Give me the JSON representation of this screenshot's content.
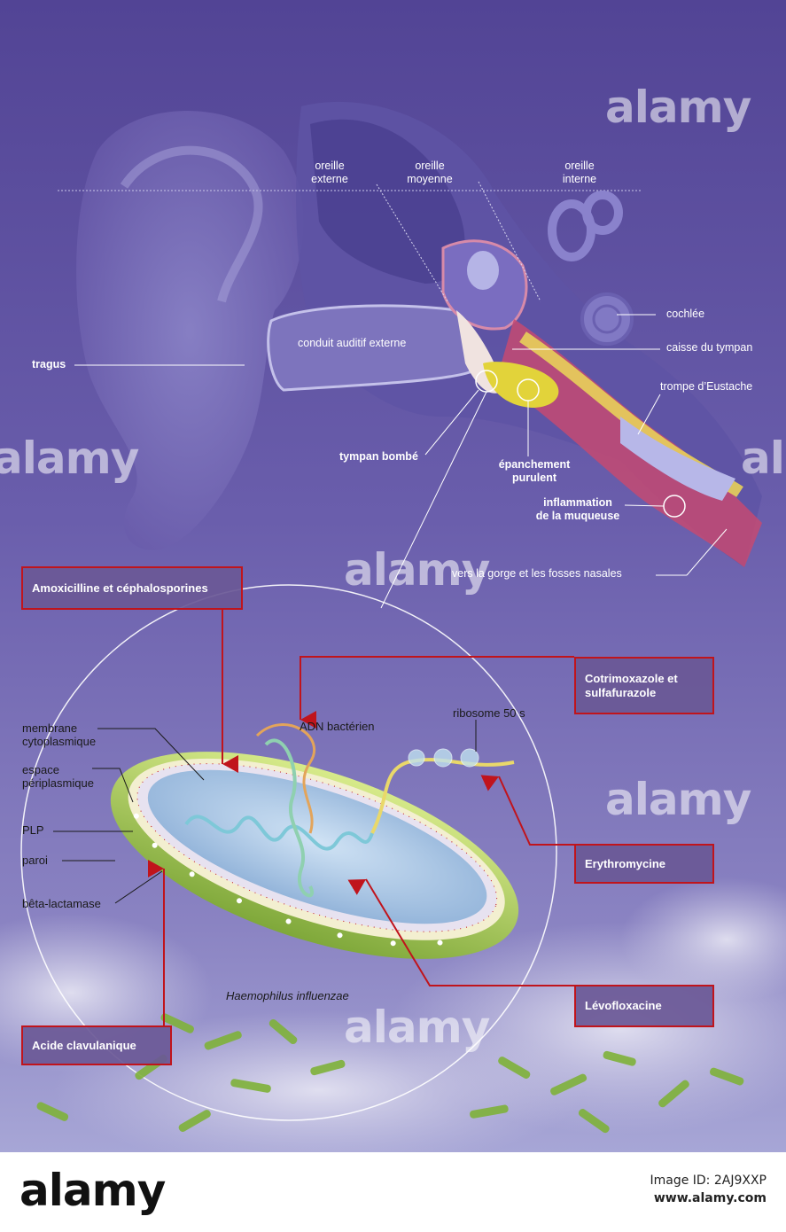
{
  "ear_labels": {
    "oreille_externe": "oreille\nexterne",
    "oreille_moyenne": "oreille\nmoyenne",
    "oreille_interne": "oreille\ninterne",
    "cochlee": "cochlée",
    "caisse_du_tympan": "caisse du tympan",
    "trompe_eustache": "trompe d’Eustache",
    "conduit_auditif": "conduit auditif externe",
    "tragus": "tragus",
    "tympan_bombe": "tympan bombé",
    "epanchement": "épanchement\npurulent",
    "inflammation": "inflammation\nde la muqueuse",
    "vers_la_gorge": "vers la gorge et les fosses nasales"
  },
  "bacteria_labels": {
    "membrane": "membrane\ncytoplasmique",
    "espace": "espace\npériplasmique",
    "plp": "PLP",
    "paroi": "paroi",
    "beta_lactamase": "bêta-lactamase",
    "adn": "ADN bactérien",
    "ribosome": "ribosome 50 s",
    "species": "Haemophilus influenzae"
  },
  "drugs": {
    "amoxicilline": "Amoxicilline et céphalosporines",
    "cotrimoxazole": "Cotrimoxazole et\nsulfafurazole",
    "erythromycine": "Erythromycine",
    "levofloxacine": "Lévofloxacine",
    "acide_clavulanique": "Acide clavulanique"
  },
  "watermarks": [
    "alamy",
    "alamy",
    "alamy",
    "alamy",
    "alamy",
    "alamy"
  ],
  "footer": {
    "logo": "alamy",
    "image_id_label": "Image ID: 2AJ9XXP",
    "url": "www.alamy.com"
  },
  "colors": {
    "background_top": "#5a4c9c",
    "background_bottom": "#7c72b8",
    "drug_border": "#c0141c",
    "drug_fill": "#6a5896",
    "arrow_red": "#c0141c",
    "bacterium_wall": "#a6c84e",
    "bacterium_interior": "#a9c8e8"
  }
}
